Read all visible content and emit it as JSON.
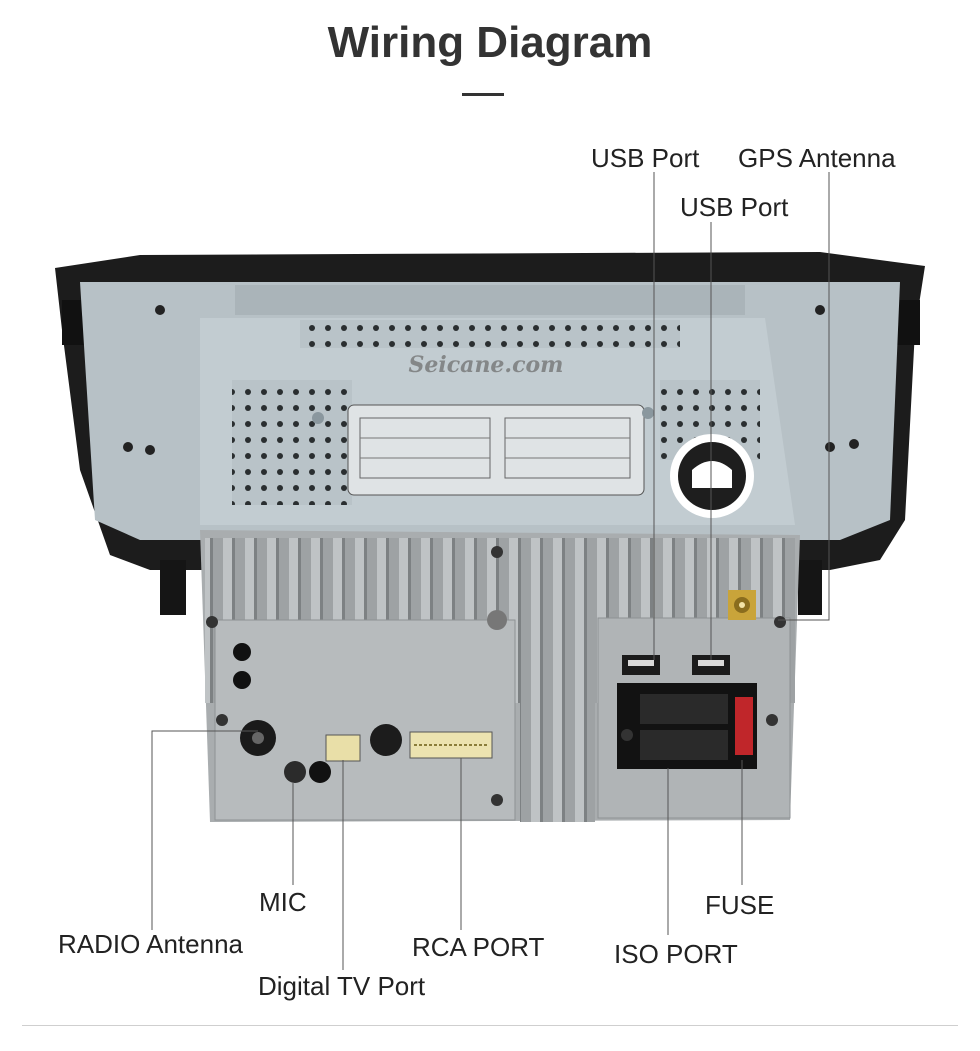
{
  "title": "Wiring Diagram",
  "watermark": "Seicane.com",
  "callouts": {
    "usb_port_1": "USB Port",
    "gps_antenna": "GPS Antenna",
    "usb_port_2": "USB  Port",
    "mic": "MIC",
    "radio_antenna": "RADIO Antenna",
    "digital_tv_port": "Digital TV Port",
    "rca_port": "RCA PORT",
    "iso_port": "ISO PORT",
    "fuse": "FUSE"
  },
  "colors": {
    "bezel": "#1a1a1a",
    "chassis": "#b9c3c8",
    "heatsink": "#a7abad",
    "leader_line": "#555555",
    "fuse": "#c0262a",
    "gps_connector": "#c9a43a"
  }
}
